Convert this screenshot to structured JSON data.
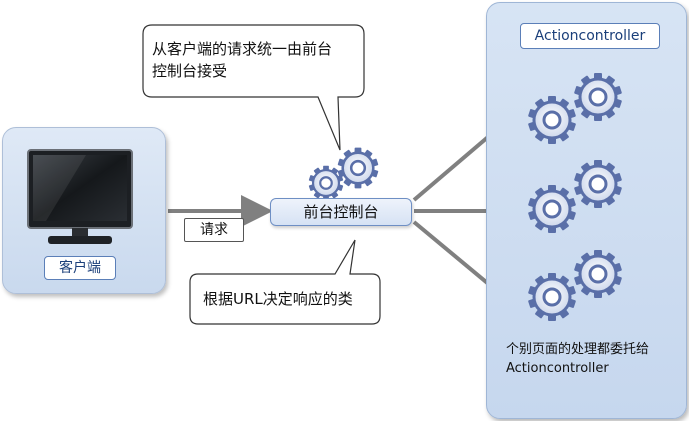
{
  "top_callout": {
    "text_line1": "从客户端的请求统一由前台",
    "text_line2": "控制台接受"
  },
  "bottom_callout": {
    "text": "根据URL决定响应的类"
  },
  "client": {
    "label": "客户端"
  },
  "request": {
    "label": "请求"
  },
  "front_controller": {
    "label": "前台控制台"
  },
  "action_panel": {
    "title": "Actioncontroller",
    "note_line1": "个别页面的处理都委托给",
    "note_line2": "Actioncontroller"
  },
  "icons": [
    "monitor-icon",
    "gear-icon"
  ],
  "colors": {
    "panel": "#c9d9ee",
    "border": "#5b7fb8",
    "arrow": "#808080"
  }
}
